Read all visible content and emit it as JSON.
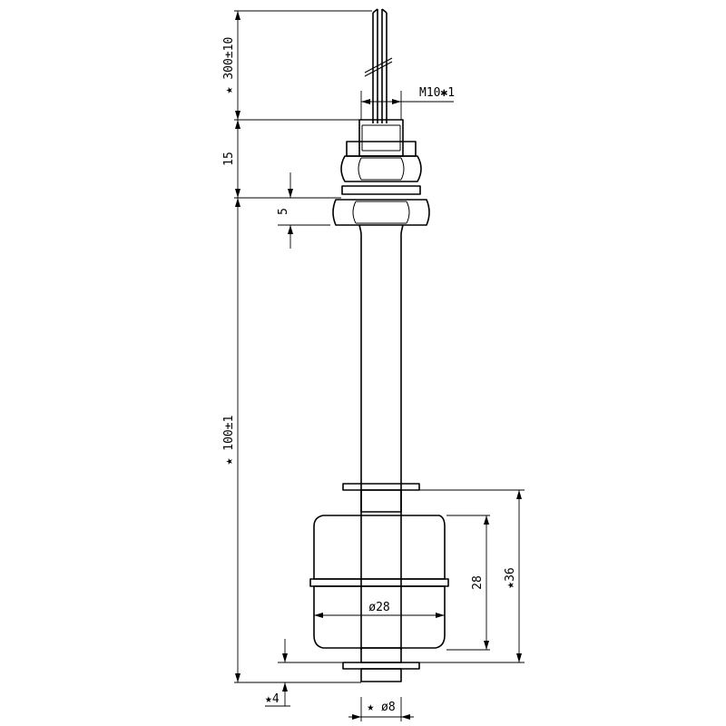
{
  "drawing": {
    "dimensions": {
      "cable_length": "★ 300±10",
      "thread_spec": "M10✱1",
      "fitting_height": "15",
      "nut_gap": "5",
      "stem_length": "★ 100±1",
      "float_height": "28",
      "stop_span": "★36",
      "float_diameter": "ø28",
      "end_offset": "★4",
      "stem_diameter": "★ ø8"
    },
    "colors": {
      "line": "#000000",
      "background": "#ffffff"
    }
  }
}
